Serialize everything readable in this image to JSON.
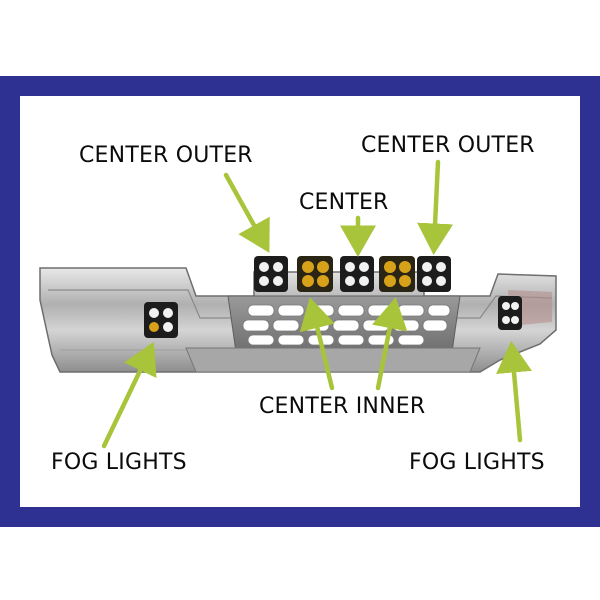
{
  "colors": {
    "frame": "#2e3192",
    "arrow": "#a8c43a",
    "amber_light": "#d7a21a",
    "white_light": "#f2f2f2",
    "bumper": "#b9b9b9"
  },
  "labels": {
    "center_outer_left": "CENTER OUTER",
    "center_outer_right": "CENTER OUTER",
    "center": "CENTER",
    "center_inner": "CENTER INNER",
    "fog_lights_left": "FOG LIGHTS",
    "fog_lights_right": "FOG LIGHTS"
  }
}
